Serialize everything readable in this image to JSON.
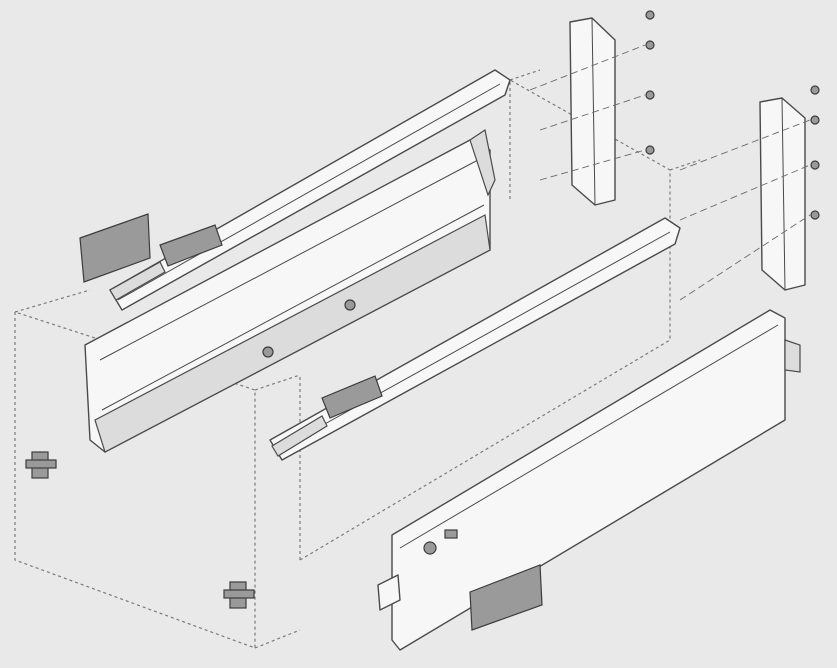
{
  "diagram": {
    "type": "exploded-assembly",
    "colors": {
      "background": "#e9e9e9",
      "part_fill": "#f7f7f7",
      "outline": "#4a4a4a",
      "cover_cap": "#9a9a9a"
    },
    "parts": [
      "cabinet-outline",
      "drawer-side-left",
      "drawer-side-right",
      "runner-left",
      "runner-right",
      "rear-bracket-left",
      "rear-bracket-right",
      "soft-close-unit-left",
      "soft-close-unit-right",
      "cover-cap-left",
      "cover-cap-right",
      "front-fixing-bracket-upper",
      "front-fixing-bracket-lower",
      "screws"
    ]
  }
}
